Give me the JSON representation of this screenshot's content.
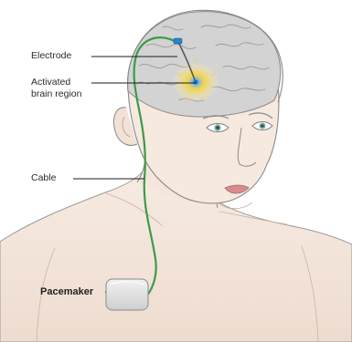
{
  "labels": {
    "electrode": "Electrode",
    "activated_region": "Activated\nbrain region",
    "cable": "Cable",
    "pacemaker": "Pacemaker"
  },
  "colors": {
    "skin": "#f4e6dc",
    "outline": "#8a8a8a",
    "brain": "#cfcfcf",
    "brain_outline": "#8f8f8f",
    "activation_glow": "#f3d23a",
    "activation_core": "#2a84c8",
    "cable": "#3f9a4a",
    "pacemaker_body": "#e6e6e6",
    "leader_line": "#1e1e1e"
  }
}
